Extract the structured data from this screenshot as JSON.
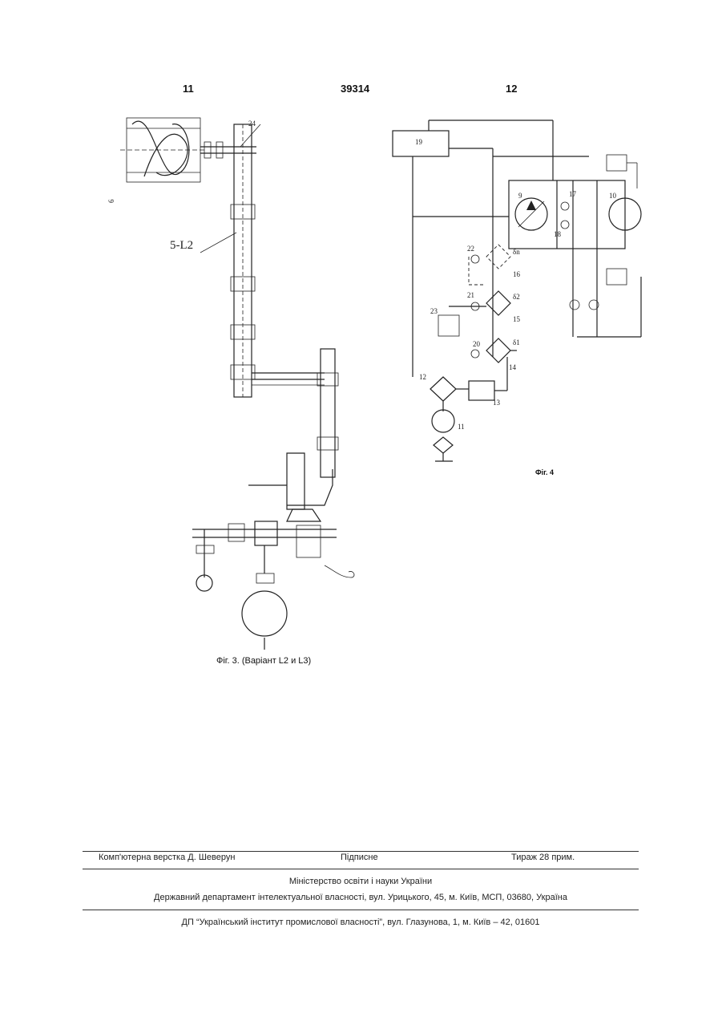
{
  "header": {
    "page_left": "11",
    "patent_number": "39314",
    "page_right": "12"
  },
  "figure3": {
    "caption": "Фіг. 3. (Варіант L2 и L3)",
    "labels": {
      "l24": "24",
      "l6": "6",
      "l5": "5-L2"
    }
  },
  "figure4": {
    "caption": "Фіг. 4",
    "labels": {
      "l19": "19",
      "l9": "9",
      "l10": "10",
      "l17": "17",
      "l18": "18",
      "l22": "22",
      "l16": "16",
      "l21": "21",
      "l15": "15",
      "l23": "23",
      "l20": "20",
      "l14": "14",
      "l12": "12",
      "l13": "13",
      "l11": "11",
      "dn": "δn",
      "d2": "δ2",
      "d1": "δ1"
    }
  },
  "footer": {
    "layout": "Комп'ютерна верстка Д. Шеверун",
    "signed": "Підписне",
    "circulation": "Тираж 28 прим.",
    "ministry": "Міністерство освіти і науки України",
    "department": "Державний департамент інтелектуальної власності, вул. Урицького, 45, м. Київ, МСП, 03680, Україна",
    "institute": "ДП “Український інститут промислової власності”, вул. Глазунова, 1, м. Київ – 42, 01601"
  }
}
